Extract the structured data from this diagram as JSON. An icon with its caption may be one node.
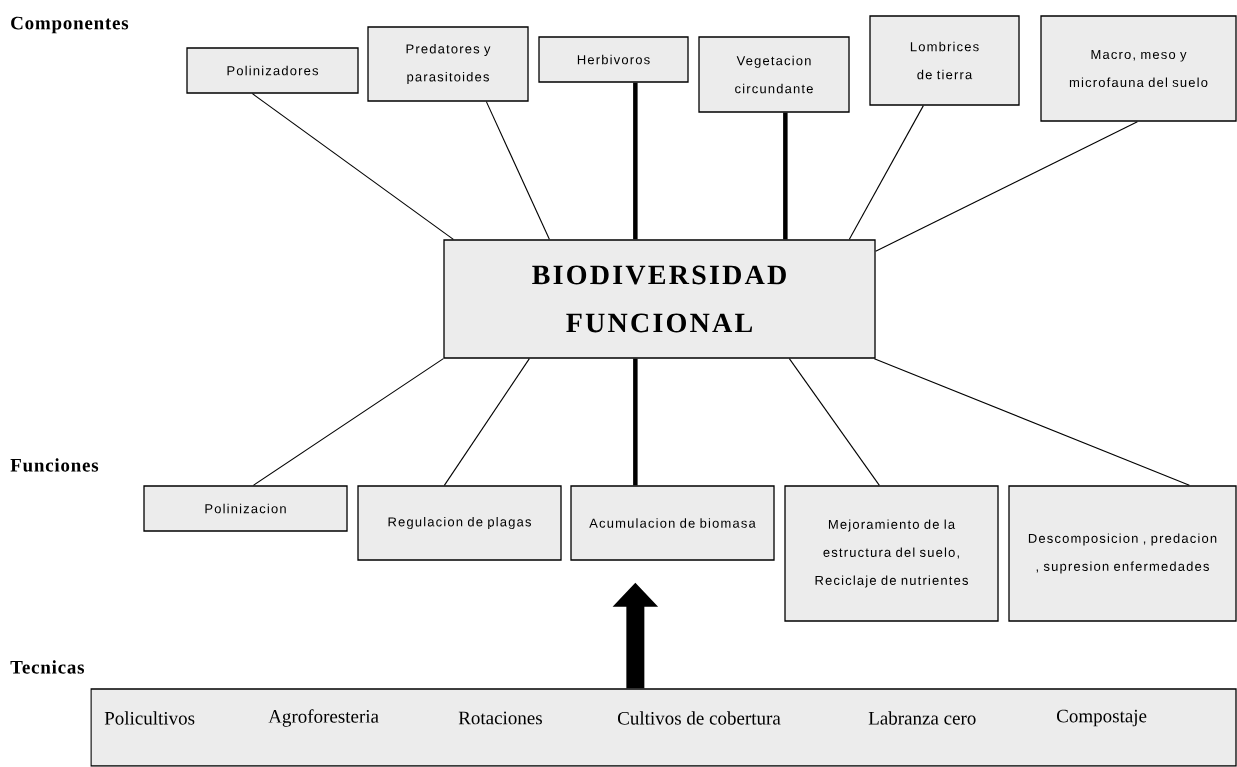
{
  "diagram": {
    "nodes": [
      {
        "text": [
          "BIODIVERSIDAD FUNCIONAL"
        ]
      },
      {
        "text": [
          "Polinizadores"
        ]
      },
      {
        "text": [
          "Predatores y parasitoides"
        ]
      },
      {
        "text": [
          "Herbivoros"
        ]
      },
      {
        "text": [
          "Vegetacion circundante"
        ]
      },
      {
        "text": [
          "Lombrices de tierra"
        ]
      },
      {
        "text": [
          "Macro, meso y microfauna del suelo"
        ]
      },
      {
        "text": [
          "Polinizacion"
        ]
      },
      {
        "text": [
          "Regulacion de plagas"
        ]
      },
      {
        "text": [
          "Acumulacion de biomasa"
        ]
      },
      {
        "text": [
          "Mejoramiento de la estructura del suelo, Reciclaje de nutrientes"
        ]
      },
      {
        "text": [
          "Descomposicion , predacion , supresion enfermedades"
        ]
      },
      {
        "text": [
          "Policultivos",
          "Agroforesteria",
          "Rotaciones",
          "Cultivos de cobertura",
          "Labranza cero",
          "Compostaje"
        ]
      }
    ],
    "edges": [
      {
        "from": 0,
        "to": 1,
        "arrow": "none"
      },
      {
        "from": 0,
        "to": 2,
        "arrow": "none"
      },
      {
        "from": 0,
        "to": 3,
        "arrow": "none",
        "style": "thick"
      },
      {
        "from": 0,
        "to": 4,
        "arrow": "none",
        "style": "thick"
      },
      {
        "from": 0,
        "to": 5,
        "arrow": "none"
      },
      {
        "from": 0,
        "to": 6,
        "arrow": "none"
      },
      {
        "from": 0,
        "to": 7,
        "arrow": "none"
      },
      {
        "from": 0,
        "to": 8,
        "arrow": "none"
      },
      {
        "from": 0,
        "to": 9,
        "arrow": "none",
        "style": "thick"
      },
      {
        "from": 0,
        "to": 10,
        "arrow": "none"
      },
      {
        "from": 0,
        "to": 11,
        "arrow": "none"
      },
      {
        "from": 12,
        "to": 9,
        "arrow": "to",
        "style": "thick"
      }
    ],
    "labels": [
      "Componentes",
      "Funciones",
      "Tecnicas"
    ]
  }
}
